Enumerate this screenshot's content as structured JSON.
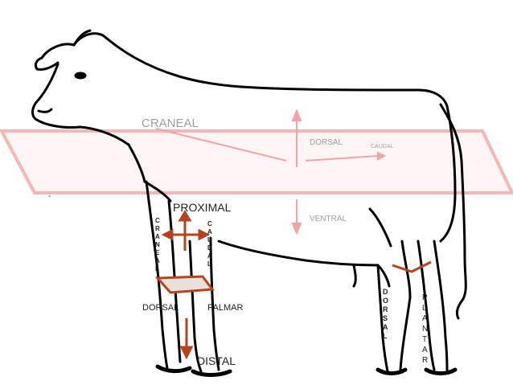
{
  "colors": {
    "plane": "#f4b6b6",
    "plane_fill": "#fff3f3",
    "arrow_pink": "#f3a3a3",
    "arrow_brown": "#b5441e",
    "label_gray": "#a0a0a0",
    "label_dark": "#222222",
    "outline": "#000000"
  },
  "labels": {
    "craneal_plane": "CRANEAL",
    "dorsal_body": "DORSAL",
    "caudal_body": "CAUDAL",
    "ventral": "VENTRAL",
    "proximal": "PROXIMAL",
    "distal": "DISTAL",
    "dorsal_limb": "DORSAL",
    "palmar": "PALMAR",
    "craneal_vertical": "CRANEAL",
    "caudal_vertical": "CAUDAL",
    "dorsal_hind_vertical": "DORSAL",
    "plantar_vertical": "PLANTAR",
    "small_mark": "-"
  },
  "icons": [
    "cow-outline",
    "transverse-plane",
    "direction-arrows"
  ]
}
